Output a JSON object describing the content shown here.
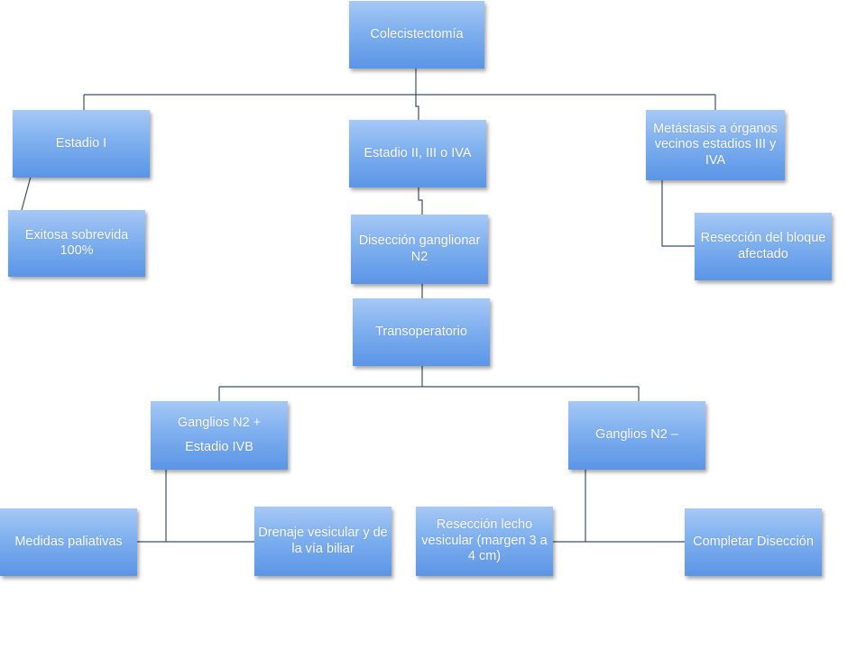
{
  "diagram": {
    "root": "Colecistectomía",
    "estadio_i": "Estadio I",
    "exitosa": "Exitosa sobrevida 100%",
    "estadio_ii": "Estadio II, III o IVA",
    "diseccion_n2": "Disección ganglionar N2",
    "metastasis": "Metástasis a órganos vecinos estadios III y IVA",
    "reseccion_bloque": "Resección del bloque afectado",
    "transoperatorio": "Transoperatorio",
    "ganglios_pos_line1": "Ganglios N2 +",
    "ganglios_pos_line2": "Estadio IVB",
    "ganglios_neg": "Ganglios N2 –",
    "medidas": "Medidas paliativas",
    "drenaje": "Drenaje vesicular y de la vía biliar",
    "reseccion_lecho": "Resección lecho vesicular (margen 3 a 4 cm)",
    "completar": "Completar Disección"
  }
}
